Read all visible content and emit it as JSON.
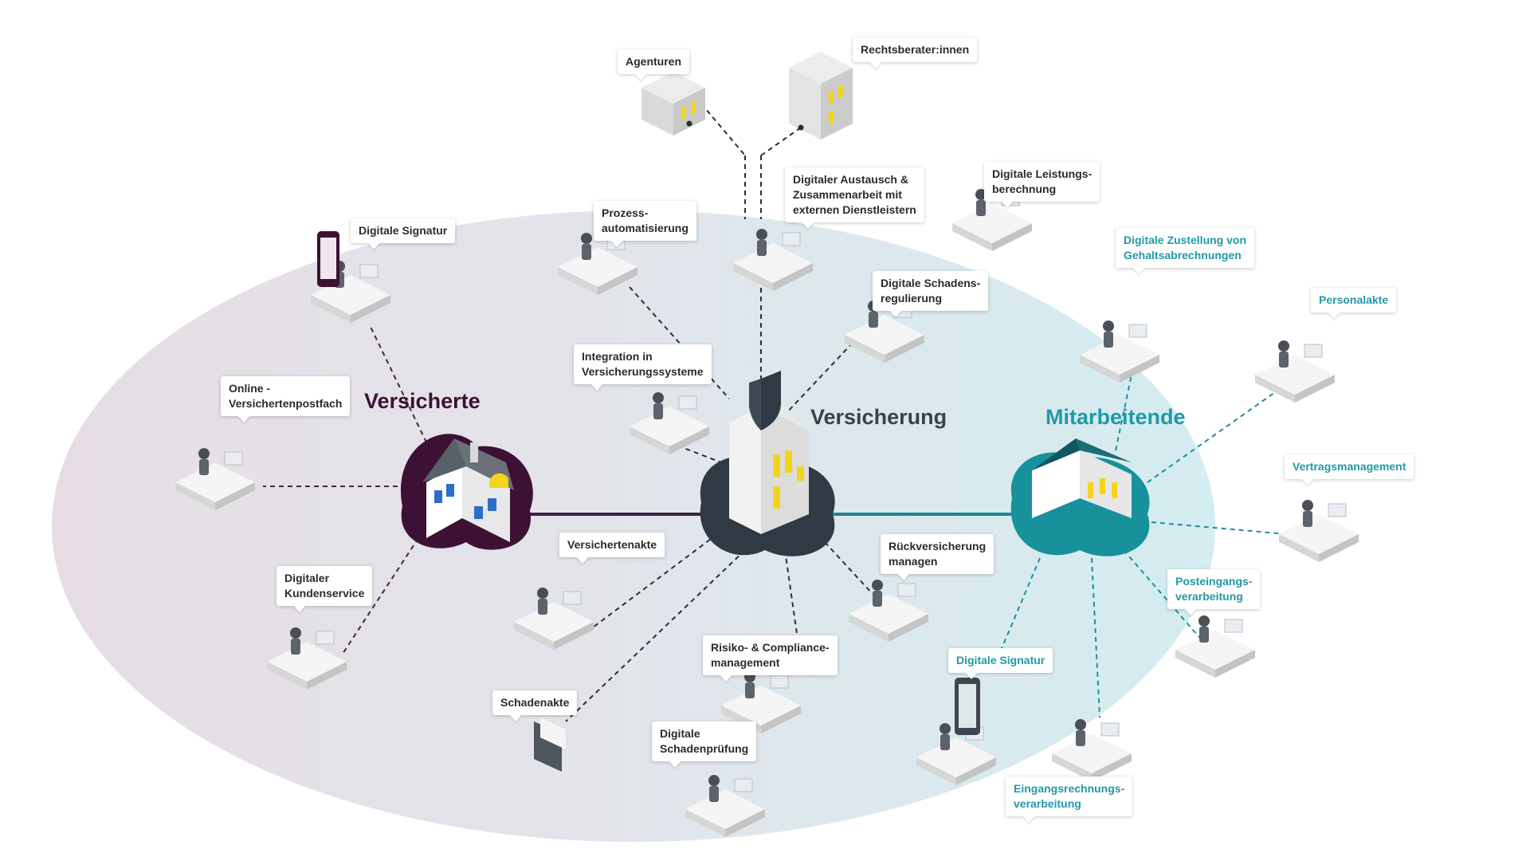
{
  "colors": {
    "versicherte": "#3d1133",
    "versicherung": "#2f3a45",
    "mitarbeitende": "#17919c",
    "label_dark": "#2b2b2b",
    "label_teal": "#1f9aa6",
    "window_yellow": "#f2d51a"
  },
  "hubs": {
    "versicherte": "Versicherte",
    "versicherung": "Versicherung",
    "mitarbeitende": "Mitarbeitende"
  },
  "labels": {
    "agenturen": "Agenturen",
    "rechtsberater": "Rechtsberater:innen",
    "austausch": "Digitaler Austausch &\nZusammenarbeit mit\nexternen Dienstleistern",
    "leistungsberechnung": "Digitale Leistungs-\nberechnung",
    "prozessautomatisierung": "Prozess-\nautomatisierung",
    "signatur_versicherte": "Digitale Signatur",
    "schadensregulierung": "Digitale Schadens-\nregulierung",
    "integration": "Integration in\nVersicherungssysteme",
    "postfach": "Online -\nVersichertenpostfach",
    "gehaltsabrechnungen": "Digitale Zustellung von\nGehaltsabrechnungen",
    "personalakte": "Personalakte",
    "vertragsmanagement": "Vertragsmanagement",
    "versichertenakte": "Versichertenakte",
    "rueckversicherung": "Rückversicherung\nmanagen",
    "kundenservice": "Digitaler\nKundenservice",
    "posteingang": "Posteingangs-\nverarbeitung",
    "risiko": "Risiko- & Compliance-\nmanagement",
    "signatur_mitarbeitende": "Digitale Signatur",
    "schadenakte": "Schadenakte",
    "schadenpruefung": "Digitale\nSchadenprüfung",
    "eingangsrechnung": "Eingangsrechnungs-\nverarbeitung"
  },
  "icons": {
    "house": "house-icon",
    "insurance_building": "insurance-building-icon",
    "office_building": "office-building-icon",
    "workstation": "workstation-icon",
    "shield": "shield-icon"
  }
}
